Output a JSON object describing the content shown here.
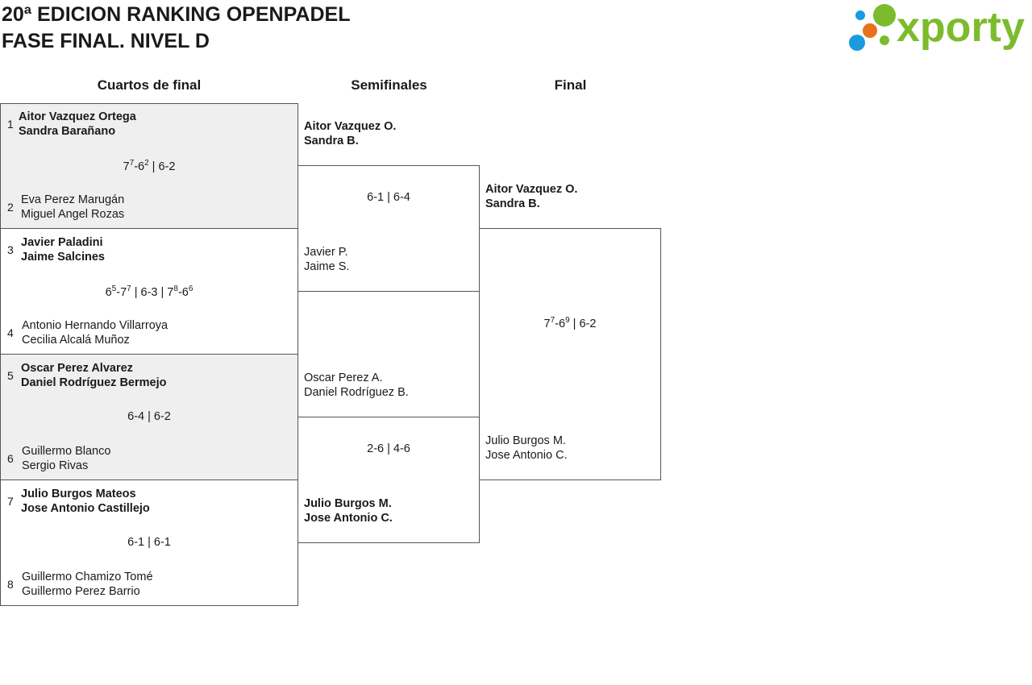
{
  "header": {
    "title_line1": "20ª EDICION RANKING OPENPADEL",
    "title_line2": "FASE FINAL. NIVEL D"
  },
  "logo": {
    "text": "xporty",
    "colors": {
      "blue": "#1a9be0",
      "orange": "#e8711c",
      "green": "#7cbc2c"
    }
  },
  "rounds": {
    "quarter": "Cuartos de final",
    "semi": "Semifinales",
    "final": "Final"
  },
  "quarterfinals": [
    {
      "top": {
        "seed": "1",
        "line1": "Aitor Vazquez Ortega",
        "line2": "Sandra Barañano"
      },
      "bottom": {
        "seed": "2",
        "line1": "Eva Perez Marugán",
        "line2": "Miguel Angel Rozas"
      },
      "score": [
        {
          "main": "7",
          "tb": "7"
        },
        {
          "main": "-6",
          "tb": "2"
        },
        {
          "main": " | 6-2",
          "tb": ""
        }
      ]
    },
    {
      "top": {
        "seed": "3",
        "line1": "Javier Paladini",
        "line2": "Jaime Salcines"
      },
      "bottom": {
        "seed": "4",
        "line1": "Antonio Hernando Villarroya",
        "line2": "Cecilia Alcalá Muñoz"
      },
      "score": [
        {
          "main": "6",
          "tb": "5"
        },
        {
          "main": "-7",
          "tb": "7"
        },
        {
          "main": " | 6-3 | 7",
          "tb": "8"
        },
        {
          "main": "-6",
          "tb": "6"
        }
      ]
    },
    {
      "top": {
        "seed": "5",
        "line1": "Oscar Perez Alvarez",
        "line2": "Daniel Rodríguez Bermejo"
      },
      "bottom": {
        "seed": "6",
        "line1": "Guillermo Blanco",
        "line2": "Sergio Rivas"
      },
      "score": [
        {
          "main": "6-4 | 6-2",
          "tb": ""
        }
      ]
    },
    {
      "top": {
        "seed": "7",
        "line1": "Julio Burgos Mateos",
        "line2": "Jose Antonio Castillejo"
      },
      "bottom": {
        "seed": "8",
        "line1": "Guillermo Chamizo Tomé",
        "line2": "Guillermo Perez Barrio"
      },
      "score": [
        {
          "main": "6-1 | 6-1",
          "tb": ""
        }
      ]
    }
  ],
  "semifinals": [
    {
      "top": {
        "line1": "Aitor Vazquez O.",
        "line2": "Sandra B."
      },
      "bottom": {
        "line1": "Javier P.",
        "line2": "Jaime S."
      },
      "score": "6-1 | 6-4"
    },
    {
      "top": {
        "line1": "Oscar Perez A.",
        "line2": "Daniel Rodríguez B."
      },
      "bottom": {
        "line1": "Julio Burgos M.",
        "line2": "Jose Antonio C."
      },
      "score": "2-6 | 4-6"
    }
  ],
  "final": {
    "top": {
      "line1": "Aitor Vazquez O.",
      "line2": "Sandra B."
    },
    "bottom": {
      "line1": "Julio Burgos M.",
      "line2": "Jose Antonio C."
    },
    "score": [
      {
        "main": "7",
        "tb": "7"
      },
      {
        "main": "-6",
        "tb": "9"
      },
      {
        "main": " | 6-2",
        "tb": ""
      }
    ]
  }
}
